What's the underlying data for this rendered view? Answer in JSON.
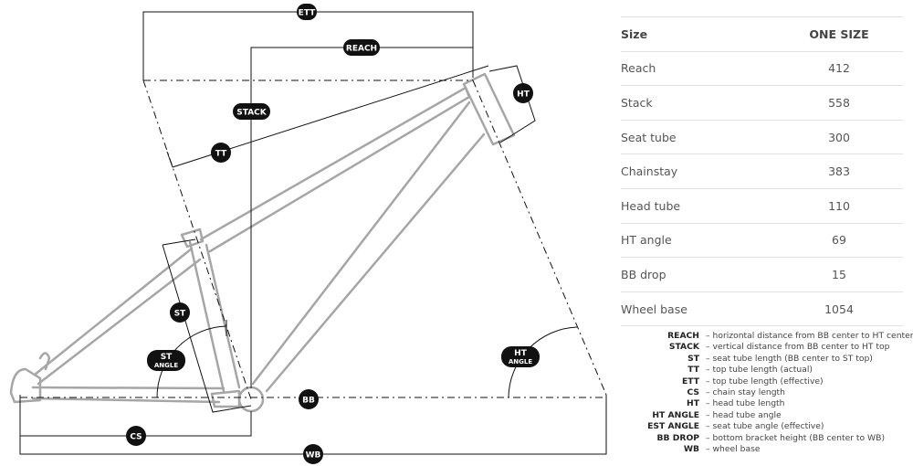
{
  "diagram": {
    "badges": {
      "ett": "ETT",
      "reach": "REACH",
      "stack": "STACK",
      "ht": "HT",
      "tt": "TT",
      "st": "ST",
      "st_angle_1": "ST",
      "st_angle_2": "ANGLE",
      "ht_angle_1": "HT",
      "ht_angle_2": "ANGLE",
      "bb": "BB",
      "cs": "CS",
      "wb": "WB"
    },
    "colors": {
      "frame": "#a6a6a6",
      "line": "#111111",
      "badge": "#111111"
    }
  },
  "geometry_table": {
    "header": {
      "label": "Size",
      "value": "ONE SIZE"
    },
    "rows": [
      {
        "label": "Reach",
        "value": "412"
      },
      {
        "label": "Stack",
        "value": "558"
      },
      {
        "label": "Seat tube",
        "value": "300"
      },
      {
        "label": "Chainstay",
        "value": "383"
      },
      {
        "label": "Head tube",
        "value": "110"
      },
      {
        "label": "HT angle",
        "value": "69"
      },
      {
        "label": "BB drop",
        "value": "15"
      },
      {
        "label": "Wheel base",
        "value": "1054"
      }
    ]
  },
  "legend": [
    {
      "abbr": "REACH",
      "desc": "– horizontal distance from BB center to HT center"
    },
    {
      "abbr": "STACK",
      "desc": "– vertical distance from BB center to HT top"
    },
    {
      "abbr": "ST",
      "desc": "– seat tube length (BB center to ST top)"
    },
    {
      "abbr": "TT",
      "desc": "– top tube length (actual)"
    },
    {
      "abbr": "ETT",
      "desc": "– top tube length (effective)"
    },
    {
      "abbr": "CS",
      "desc": "– chain stay length"
    },
    {
      "abbr": "HT",
      "desc": "– head tube length"
    },
    {
      "abbr": "HT ANGLE",
      "desc": "– head tube angle"
    },
    {
      "abbr": "EST ANGLE",
      "desc": "– seat tube angle (effective)"
    },
    {
      "abbr": "BB DROP",
      "desc": "– bottom bracket height (BB center to WB)"
    },
    {
      "abbr": "WB",
      "desc": "– wheel base"
    }
  ]
}
